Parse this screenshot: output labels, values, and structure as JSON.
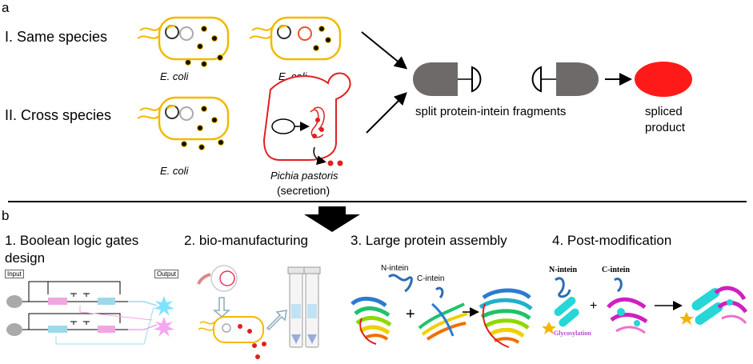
{
  "panel_a": {
    "label": "a",
    "row1_label": "I. Same species",
    "row2_label": "II. Cross species",
    "species_1": "E. coli",
    "species_2": "E. coli",
    "species_3": "E. coli",
    "species_4": "Pichia pastoris",
    "secretion": "(secretion)",
    "fragments_label": "split protein-intein fragments",
    "product_line1": "spliced",
    "product_line2": "product"
  },
  "panel_b": {
    "label": "b",
    "heading_1a": "1. Boolean logic gates",
    "heading_1b": "design",
    "heading_2": "2. bio-manufacturing",
    "heading_3": "3. Large protein assembly",
    "heading_4": "4. Post-modification",
    "input_label": "Input",
    "output_label": "Output",
    "n_intein_3": "N-intein",
    "c_intein_3": "C-intein",
    "n_intein_4": "N-intein",
    "c_intein_4": "C-intein",
    "glycosylation": "Glycosylation",
    "plus": "+"
  },
  "colors": {
    "cell_outline": "#f2b800",
    "fragment_gray": "#6e6a6a",
    "product_red": "#ff1a1a",
    "yeast_outline": "#e02020",
    "arrow": "#000000"
  }
}
